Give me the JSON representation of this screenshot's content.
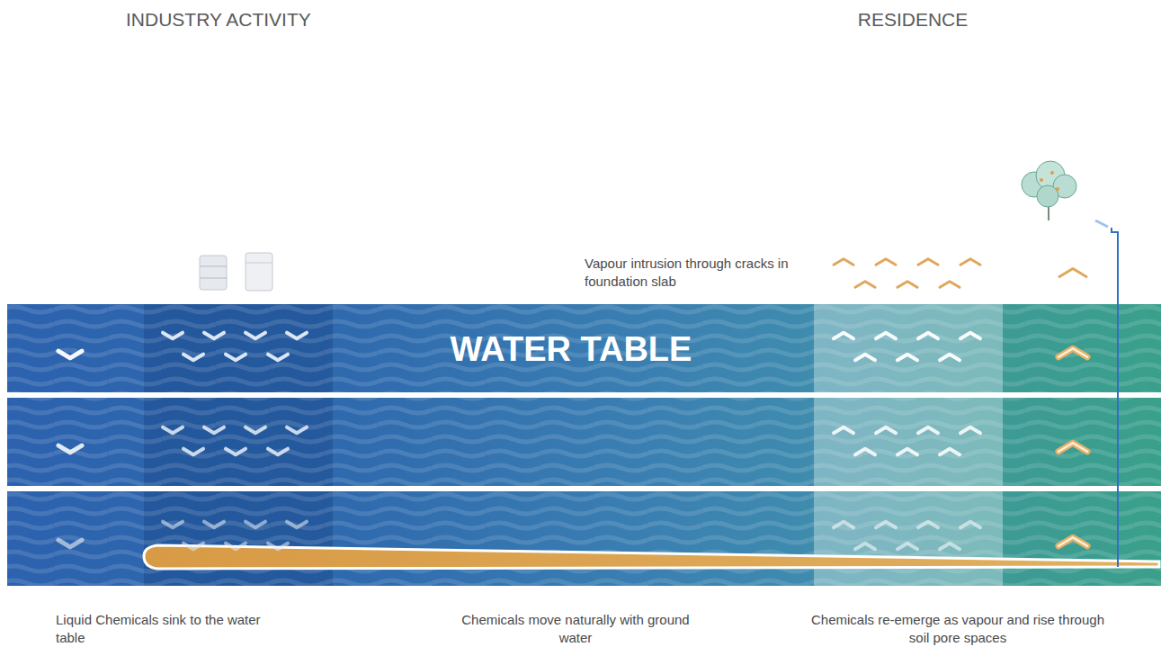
{
  "diagram": {
    "labels": [
      "INDUSTRY ACTIVITY",
      "RESIDENCE",
      "WATER TABLE",
      "Vapour intrusion through cracks in foundation slab",
      "Liquid Chemicals sink to the water table",
      "Chemicals move naturally with ground water",
      "Chemicals re-emerge as vapour and rise through soil pore spaces"
    ]
  }
}
